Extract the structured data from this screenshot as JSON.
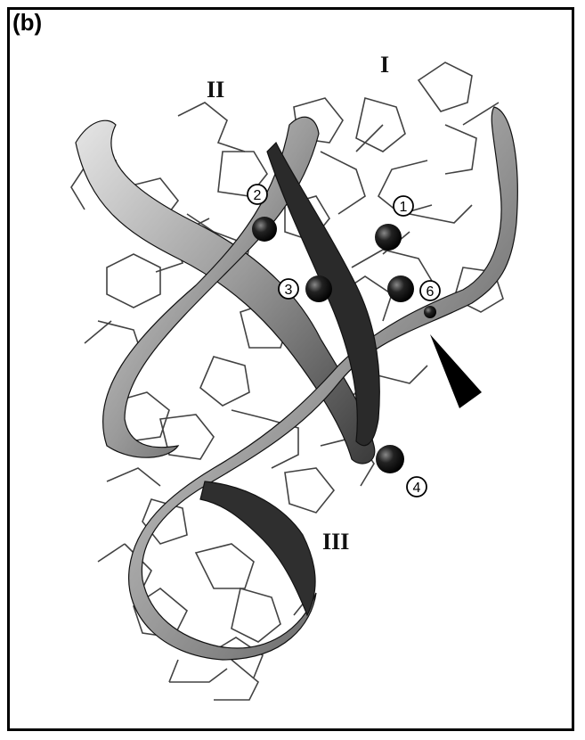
{
  "panel_label": "(b)",
  "helix_labels": [
    "I",
    "II",
    "III"
  ],
  "ion_labels": [
    "1",
    "2",
    "3",
    "4",
    "6"
  ],
  "colors": {
    "ink": "#1a1a1a",
    "ribbon": "#bdbdbd",
    "ribbon_dark": "#333333",
    "ion": "#111111"
  }
}
